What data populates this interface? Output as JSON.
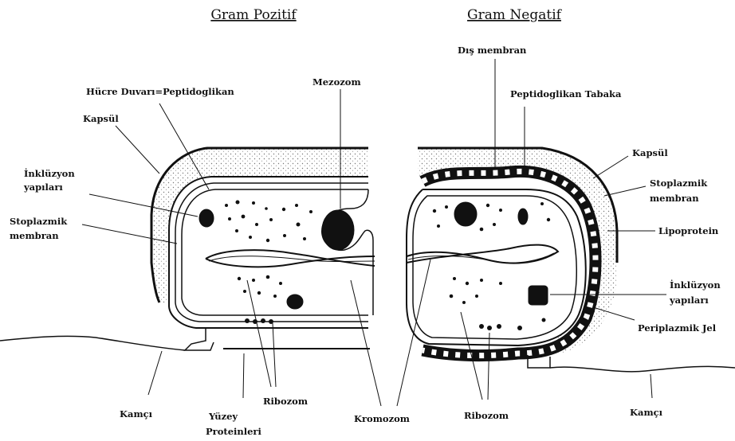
{
  "titles": {
    "left": "Gram Pozitif",
    "right": "Gram Negatif"
  },
  "labels": {
    "hucre_duvari": "Hücre Duvarı=Peptidoglikan",
    "mezozom": "Mezozom",
    "kapsul_left": "Kapsül",
    "inkluzyon_left_1": "İnklüzyon",
    "inkluzyon_left_2": "yapıları",
    "stoplazmik_left_1": "Stoplazmik",
    "stoplazmik_left_2": "membran",
    "kamci_left": "Kamçı",
    "yuzey_1": "Yüzey",
    "yuzey_2": "Proteinleri",
    "ribozom_left": "Ribozom",
    "kromozom": "Kromozom",
    "ribozom_right": "Ribozom",
    "kamci_right": "Kamçı",
    "dis_membran": "Dış membran",
    "peptidoglikan_tabaka": "Peptidoglikan Tabaka",
    "kapsul_right": "Kapsül",
    "stoplazmik_right_1": "Stoplazmik",
    "stoplazmik_right_2": "membran",
    "lipoprotein": "Lipoprotein",
    "inkluzyon_right_1": "İnklüzyon",
    "inkluzyon_right_2": "yapıları",
    "periplazmik_jel": "Periplazmik Jel"
  },
  "colors": {
    "ink": "#111111",
    "capsule_fill": "#e8e8e8",
    "background": "#ffffff"
  }
}
